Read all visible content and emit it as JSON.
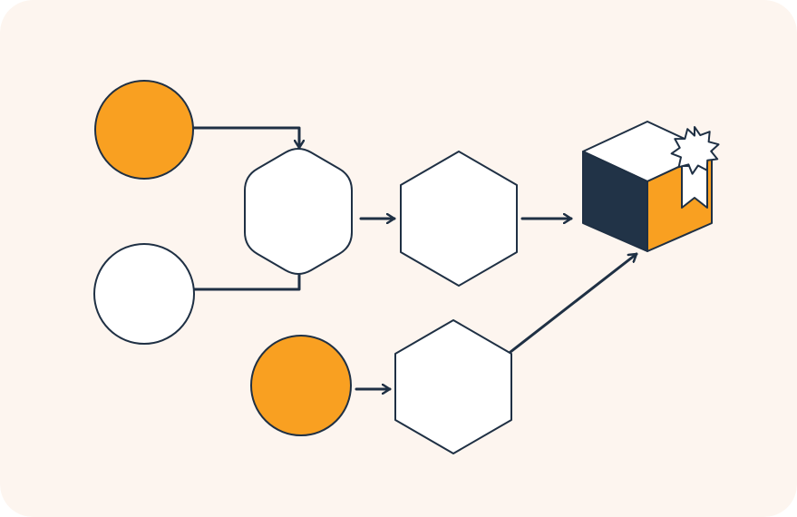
{
  "colors": {
    "background": "#FDF5EF",
    "stroke": "#1F3044",
    "accent_orange": "#F9A021",
    "node_fill": "#FFFFFF",
    "box_dark": "#213347"
  },
  "diagram": {
    "nodes": [
      {
        "id": "input-circle-1",
        "shape": "circle",
        "fill": "orange"
      },
      {
        "id": "input-circle-2",
        "shape": "circle",
        "fill": "white"
      },
      {
        "id": "merge-hexagon",
        "shape": "rounded-hexagon",
        "fill": "white"
      },
      {
        "id": "process-hexagon",
        "shape": "hexagon",
        "fill": "white"
      },
      {
        "id": "input-circle-3",
        "shape": "circle",
        "fill": "orange"
      },
      {
        "id": "side-hexagon",
        "shape": "hexagon",
        "fill": "white"
      },
      {
        "id": "product-box",
        "shape": "cube-with-award-ribbon",
        "icon": "package-award-icon"
      }
    ],
    "edges": [
      {
        "from": "input-circle-1",
        "to": "merge-hexagon"
      },
      {
        "from": "input-circle-2",
        "to": "merge-hexagon"
      },
      {
        "from": "merge-hexagon",
        "to": "process-hexagon"
      },
      {
        "from": "process-hexagon",
        "to": "product-box"
      },
      {
        "from": "input-circle-3",
        "to": "side-hexagon"
      },
      {
        "from": "side-hexagon",
        "to": "product-box"
      }
    ]
  }
}
